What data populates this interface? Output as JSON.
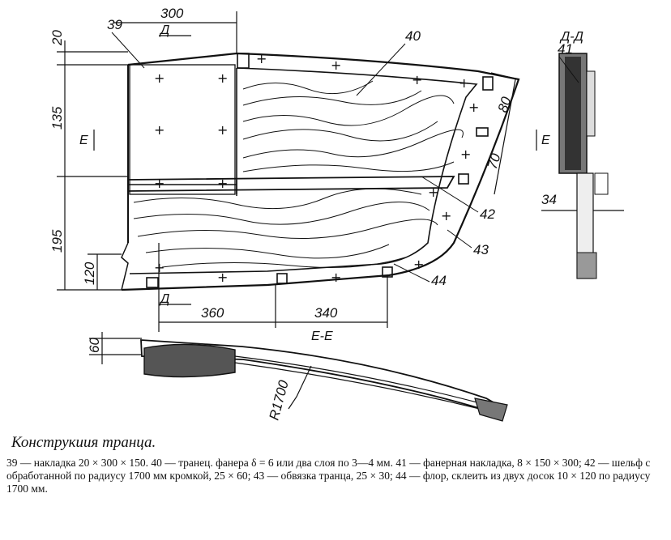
{
  "caption": {
    "title": "Конструкиия транца.",
    "text": "39 — накладка 20 × 300 × 150. 40 — транец. фанера δ = 6 или два слоя по 3—4 мм. 41 — фанерная накладка, 8 × 150 × 300; 42 — шельф с обработанной по радиусу 1700 мм кромкой, 25 × 60; 43 — обвязка транца, 25 × 30; 44 — флор, склеить из двух досок 10 × 120 по радиусу 1700 мм."
  },
  "dimensions": {
    "d20": "20",
    "d300": "300",
    "d135": "135",
    "d195": "195",
    "d120": "120",
    "d80": "80",
    "d70": "70",
    "d34": "34",
    "d360": "360",
    "d340": "340",
    "d60": "60",
    "r1700": "R1700"
  },
  "part_labels": {
    "p39": "39",
    "p40": "40",
    "p41": "41",
    "p42": "42",
    "p43": "43",
    "p44": "44"
  },
  "section_marks": {
    "d_left_top": "Д",
    "d_left_bottom": "Д",
    "e_left": "E",
    "e_right": "E",
    "dd_title": "Д-Д",
    "ee_title": "Е-Е"
  }
}
